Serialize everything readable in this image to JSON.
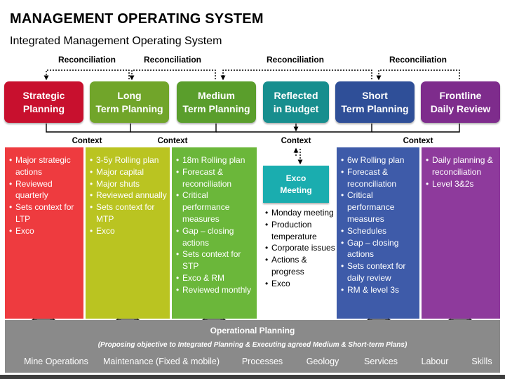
{
  "title": "MANAGEMENT OPERATING SYSTEM",
  "subtitle": "Integrated Management Operating System",
  "reconciliation_labels": [
    "Reconciliation",
    "Reconciliation",
    "Reconciliation",
    "Reconciliation"
  ],
  "context_labels": [
    "Context",
    "Context",
    "Context",
    "Context"
  ],
  "stages": [
    {
      "line1": "Strategic",
      "line2": "Planning",
      "color": "#C8102E"
    },
    {
      "line1": "Long",
      "line2": "Term Planning",
      "color": "#71A52A"
    },
    {
      "line1": "Medium",
      "line2": "Term Planning",
      "color": "#5A9E2C"
    },
    {
      "line1": "Reflected",
      "line2": "in Budget",
      "color": "#178E8E"
    },
    {
      "line1": "Short",
      "line2": "Term Planning",
      "color": "#2F4F98"
    },
    {
      "line1": "Frontline",
      "line2": "Daily Review",
      "color": "#7E2C8C"
    }
  ],
  "columns": [
    {
      "color": "#EE3B3F",
      "items": [
        "Major strategic actions",
        "Reviewed quarterly",
        "Sets context for LTP",
        "Exco"
      ]
    },
    {
      "color": "#BAC421",
      "items": [
        "3-5y Rolling plan",
        "Major capital",
        "Major shuts",
        "Reviewed annually",
        "Sets context for MTP",
        "Exco"
      ]
    },
    {
      "color": "#6BB73A",
      "items": [
        "18m Rolling plan",
        "Forecast & reconciliation",
        "Critical performance measures",
        "Gap – closing actions",
        "Sets context for STP",
        "Exco & RM",
        "Reviewed monthly"
      ]
    },
    {
      "color": "#3E5BA9",
      "items": [
        "6w Rolling plan",
        "Forecast & reconciliation",
        "Critical performance measures",
        "Schedules",
        "Gap – closing actions",
        "Sets context for daily review",
        "RM & level 3s"
      ]
    },
    {
      "color": "#8E3A9C",
      "items": [
        "Daily planning & reconciliation",
        "Level 3&2s"
      ]
    }
  ],
  "exco": {
    "title_line1": "Exco",
    "title_line2": "Meeting",
    "items": [
      "Monday meeting",
      "Production temperature",
      "Corporate issues",
      "Actions & progress",
      "Exco"
    ]
  },
  "operational": {
    "title": "Operational Planning",
    "subtitle": "(Proposing objective to Integrated Planning & Executing agreed Medium  & Short-term Plans)",
    "categories": [
      "Mine Operations",
      "Maintenance (Fixed & mobile)",
      "Processes",
      "Geology",
      "Services",
      "Labour",
      "Skills"
    ]
  }
}
